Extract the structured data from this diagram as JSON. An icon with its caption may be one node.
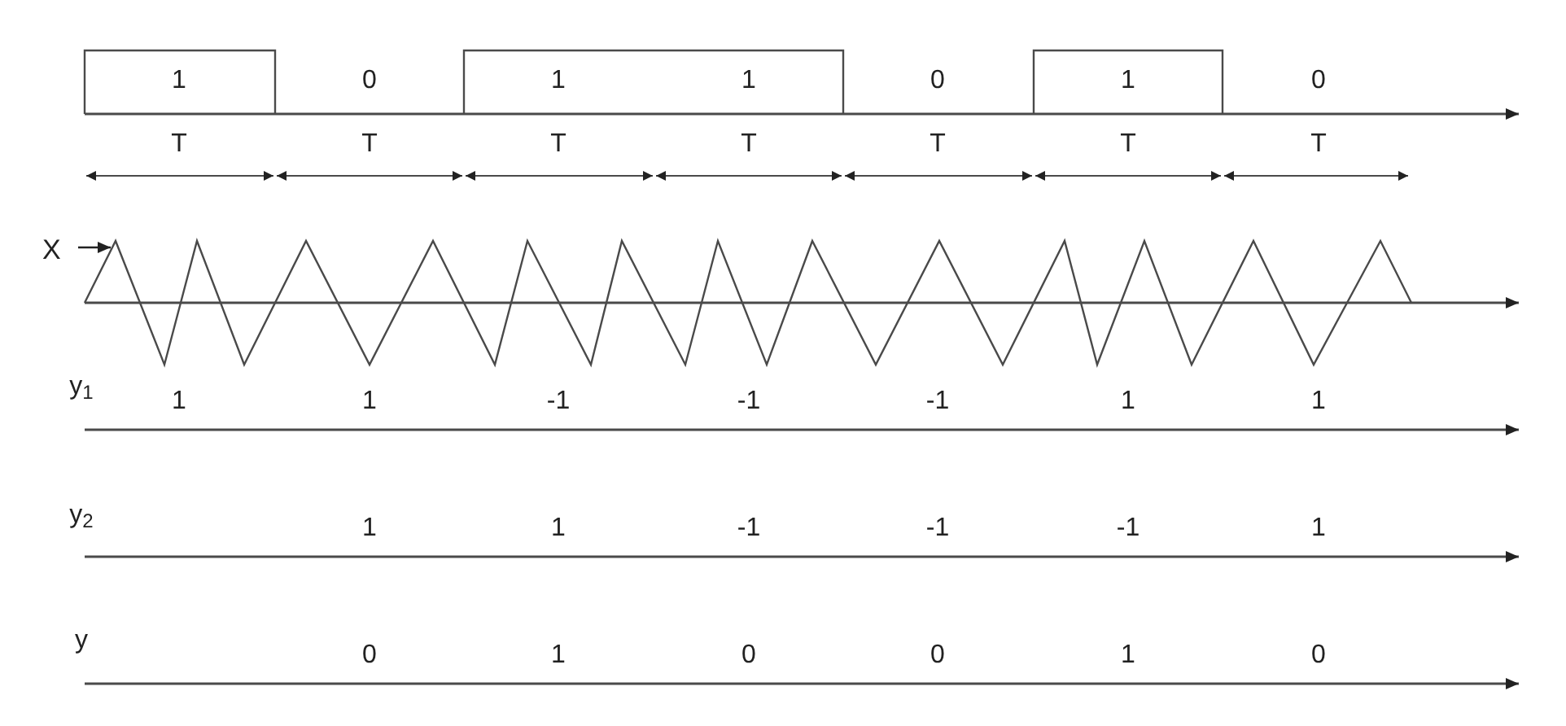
{
  "diagram": {
    "nodes": [
      {
        "text": [
          "X"
        ]
      },
      {
        "text": [],
        "shape": "picture"
      }
    ],
    "edges": [
      {
        "from": 0,
        "to": 1,
        "arrow": "to"
      }
    ],
    "labels": [
      "1",
      "0",
      "1",
      "1",
      "0",
      "1",
      "0",
      "T",
      "T",
      "T",
      "T",
      "T",
      "T",
      "T",
      "y$_{1}$",
      "1",
      "1",
      "-1",
      "-1",
      "-1",
      "1",
      "1",
      "y$_{2}$",
      "1",
      "1",
      "-1",
      "-1",
      "-1",
      "1",
      "y",
      "0",
      "1",
      "0",
      "0",
      "1",
      "0"
    ]
  }
}
